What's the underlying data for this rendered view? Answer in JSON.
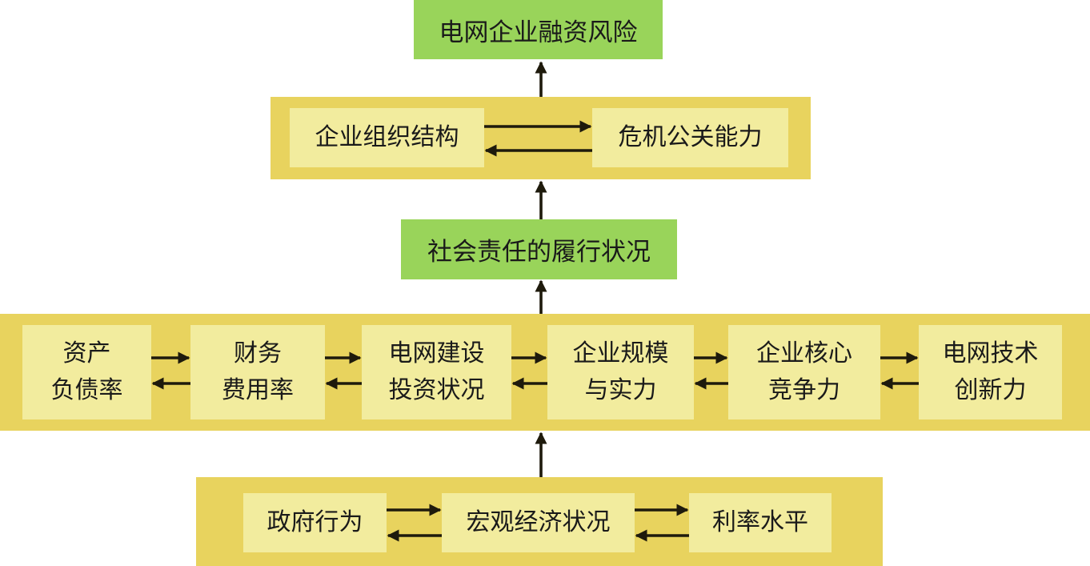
{
  "top": {
    "risk": "电网企业融资风险"
  },
  "tier2": {
    "org_structure": "企业组织结构",
    "crisis_pr": "危机公关能力"
  },
  "middle": {
    "social_responsibility": "社会责任的履行状况"
  },
  "tier4": {
    "asset_liability": "资产\n负债率",
    "financial_cost": "财务\n费用率",
    "grid_investment": "电网建设\n投资状况",
    "scale_strength": "企业规模\n与实力",
    "core_competitiveness": "企业核心\n竞争力",
    "grid_tech": "电网技术\n创新力"
  },
  "bottom": {
    "government": "政府行为",
    "macro_economy": "宏观经济状况",
    "interest_rate": "利率水平"
  }
}
